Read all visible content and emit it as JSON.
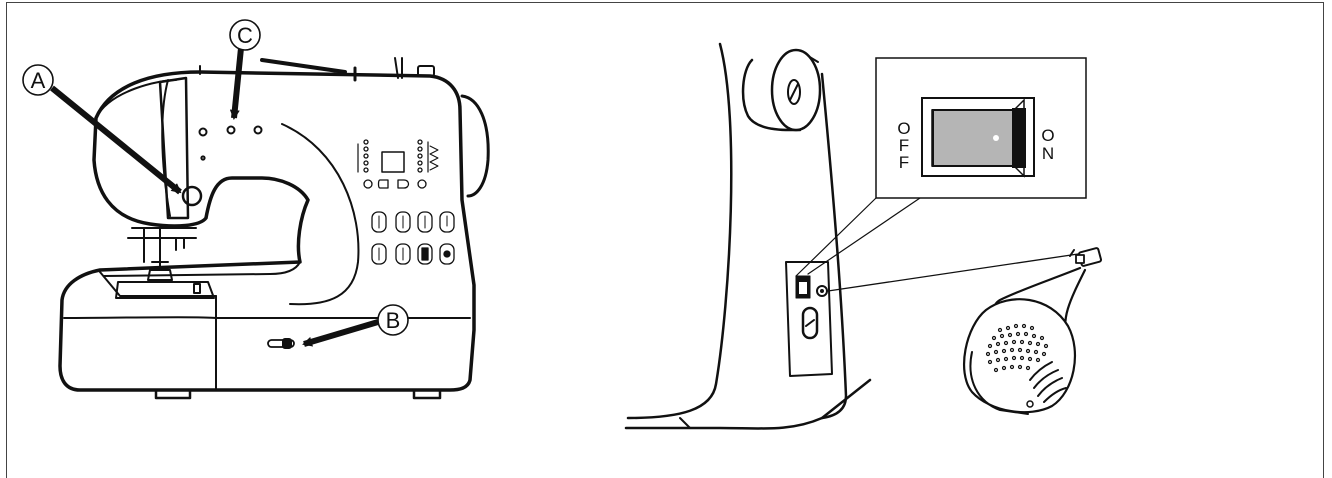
{
  "callouts": {
    "a": "A",
    "b": "B",
    "c": "C"
  },
  "switch": {
    "off_letters": [
      "O",
      "F",
      "F"
    ],
    "on_letters": [
      "O",
      "N"
    ]
  },
  "colors": {
    "line": "#111111",
    "switch_fill": "#b5b5b5",
    "background": "#ffffff"
  }
}
